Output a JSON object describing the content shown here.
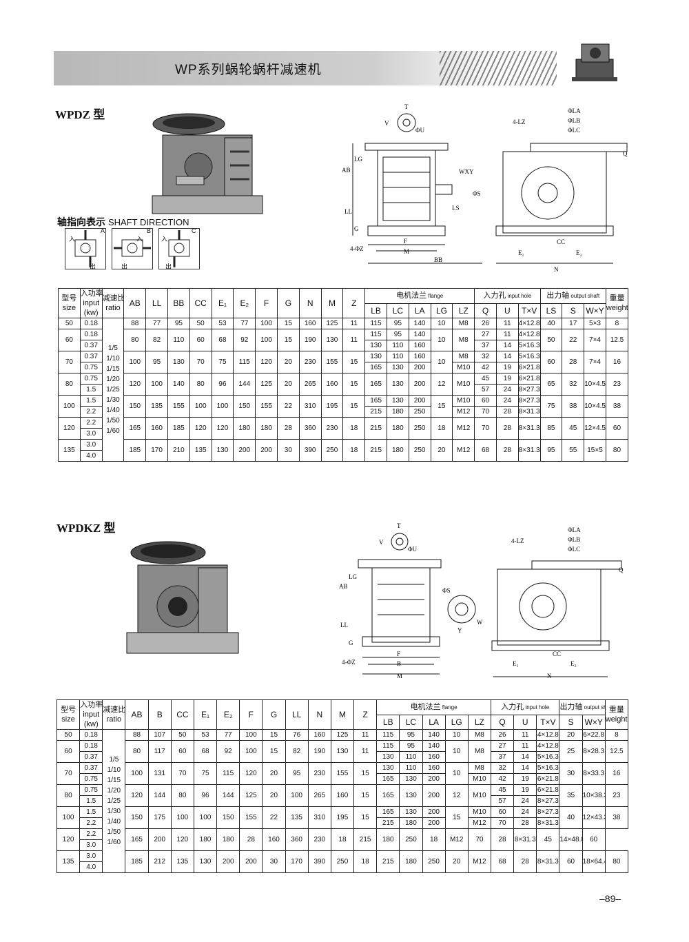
{
  "header": {
    "title": "WP系列蜗轮蜗杆减速机"
  },
  "section1": {
    "model": "WPDZ 型",
    "shaft_cn": "轴指向表示",
    "shaft_en": "SHAFT DIRECTION",
    "shaft_letters": [
      "A",
      "B",
      "C"
    ],
    "shaft_in": "入",
    "shaft_out": "出",
    "dims": {
      "T": "T",
      "V": "V",
      "U": "ΦU",
      "AB": "AB",
      "LG": "LG",
      "LL": "LL",
      "G": "G",
      "Z": "4-ΦZ",
      "F": "F",
      "M": "M",
      "BB": "BB",
      "WXY": "WXY",
      "S": "ΦS",
      "LS": "LS",
      "LZ": "4-LZ",
      "LA": "ΦLA",
      "LB": "ΦLB",
      "LC": "ΦLC",
      "Q": "Q",
      "CC": "CC",
      "E1": "E₁",
      "E2": "E₂",
      "N": "N"
    },
    "headers": {
      "size": [
        "型号",
        "size"
      ],
      "input": [
        "入功率",
        "input",
        "(kw)"
      ],
      "ratio": [
        "减速比",
        "ratio"
      ],
      "cols": [
        "AB",
        "LL",
        "BB",
        "CC",
        "E₁",
        "E₂",
        "F",
        "G",
        "N",
        "M",
        "Z"
      ],
      "flange": [
        "电机法兰",
        "flange"
      ],
      "flange_cols": [
        "LB",
        "LC",
        "LA",
        "LG",
        "LZ"
      ],
      "inhole": [
        "入力孔",
        "input hole"
      ],
      "inhole_cols": [
        "Q",
        "U",
        "T×V"
      ],
      "outshaft": [
        "出力轴",
        "output shaft"
      ],
      "outshaft_cols": [
        "LS",
        "S",
        "W×Y"
      ],
      "weight": [
        "重量",
        "weight(kg)"
      ]
    },
    "ratios": [
      "1/5",
      "1/10",
      "1/15",
      "1/20",
      "1/25",
      "1/30",
      "1/40",
      "1/50",
      "1/60"
    ],
    "groups": [
      {
        "size": "50",
        "dims": [
          "88",
          "77",
          "95",
          "50",
          "53",
          "77",
          "100",
          "15",
          "160",
          "125",
          "11"
        ],
        "lg": "10",
        "out": [
          "40",
          "17",
          "5×3"
        ],
        "weight": "8",
        "rows": [
          {
            "kw": "0.18",
            "fl": [
              "115",
              "95",
              "140"
            ],
            "lz": "M8",
            "in": [
              "26",
              "11",
              "4×12.8"
            ]
          }
        ]
      },
      {
        "size": "60",
        "dims": [
          "80",
          "82",
          "110",
          "60",
          "68",
          "92",
          "100",
          "15",
          "190",
          "130",
          "11"
        ],
        "lg": "10",
        "lzm": "M8",
        "out": [
          "50",
          "22",
          "7×4"
        ],
        "weight": "12.5",
        "rows": [
          {
            "kw": "0.18",
            "fl": [
              "115",
              "95",
              "140"
            ],
            "in": [
              "27",
              "11",
              "4×12.8"
            ]
          },
          {
            "kw": "0.37",
            "fl": [
              "130",
              "110",
              "160"
            ],
            "in": [
              "37",
              "14",
              "5×16.3"
            ]
          }
        ]
      },
      {
        "size": "70",
        "dims": [
          "100",
          "95",
          "130",
          "70",
          "75",
          "115",
          "120",
          "20",
          "230",
          "155",
          "15"
        ],
        "lg": "10",
        "out": [
          "60",
          "28",
          "7×4"
        ],
        "weight": "16",
        "rows": [
          {
            "kw": "0.37",
            "fl": [
              "130",
              "110",
              "160"
            ],
            "lz": "M8",
            "in": [
              "32",
              "14",
              "5×16.3"
            ]
          },
          {
            "kw": "0.75",
            "fl": [
              "165",
              "130",
              "200"
            ],
            "lz": "M10",
            "in": [
              "42",
              "19",
              "6×21.8"
            ]
          }
        ]
      },
      {
        "size": "80",
        "dims": [
          "120",
          "100",
          "140",
          "80",
          "96",
          "144",
          "125",
          "20",
          "265",
          "160",
          "15"
        ],
        "lg": "12",
        "lzm": "M10",
        "out": [
          "65",
          "32",
          "10×4.5"
        ],
        "weight": "23",
        "rows": [
          {
            "kw": "0.75",
            "fl": [
              "165",
              "130",
              "200"
            ],
            "in": [
              "45",
              "19",
              "6×21.8"
            ]
          },
          {
            "kw": "1.5",
            "in": [
              "57",
              "24",
              "8×27.3"
            ]
          }
        ]
      },
      {
        "size": "100",
        "dims": [
          "150",
          "135",
          "155",
          "100",
          "100",
          "150",
          "155",
          "22",
          "310",
          "195",
          "15"
        ],
        "lg": "15",
        "out": [
          "75",
          "38",
          "10×4.5"
        ],
        "weight": "38",
        "rows": [
          {
            "kw": "1.5",
            "fl": [
              "165",
              "130",
              "200"
            ],
            "lz": "M10",
            "in": [
              "60",
              "24",
              "8×27.3"
            ]
          },
          {
            "kw": "2.2",
            "fl": [
              "215",
              "180",
              "250"
            ],
            "lz": "M12",
            "in": [
              "70",
              "28",
              "8×31.3"
            ]
          }
        ]
      },
      {
        "size": "120",
        "dims": [
          "165",
          "160",
          "185",
          "120",
          "120",
          "180",
          "180",
          "28",
          "360",
          "230",
          "18"
        ],
        "lg": "18",
        "lzm": "M12",
        "out": [
          "85",
          "45",
          "12×4.5"
        ],
        "weight": "60",
        "rows": [
          {
            "kw": "2.2",
            "fl": [
              "215",
              "180",
              "250"
            ],
            "in": [
              "70",
              "28",
              "8×31.3"
            ]
          },
          {
            "kw": "3.0"
          }
        ]
      },
      {
        "size": "135",
        "dims": [
          "185",
          "170",
          "210",
          "135",
          "130",
          "200",
          "200",
          "30",
          "390",
          "250",
          "18"
        ],
        "lg": "20",
        "lzm": "M12",
        "out": [
          "95",
          "55",
          "15×5"
        ],
        "weight": "80",
        "rows": [
          {
            "kw": "3.0",
            "fl": [
              "215",
              "180",
              "250"
            ],
            "in": [
              "68",
              "28",
              "8×31.3"
            ]
          },
          {
            "kw": "4.0"
          }
        ]
      }
    ]
  },
  "section2": {
    "model": "WPDKZ 型",
    "dims": {
      "T": "T",
      "V": "V",
      "U": "ΦU",
      "AB": "AB",
      "LG": "LG",
      "LL": "LL",
      "G": "G",
      "Z": "4-ΦZ",
      "F": "F",
      "B": "B",
      "M": "M",
      "S": "ΦS",
      "W": "W",
      "Y": "Y",
      "LZ": "4-LZ",
      "LA": "ΦLA",
      "LB": "ΦLB",
      "LC": "ΦLC",
      "Q": "Q",
      "CC": "CC",
      "E1": "E₁",
      "E2": "E₂",
      "N": "N"
    },
    "headers": {
      "size": [
        "型号",
        "size"
      ],
      "input": [
        "入功率",
        "input",
        "(kw)"
      ],
      "ratio": [
        "减速比",
        "ratio"
      ],
      "cols": [
        "AB",
        "B",
        "CC",
        "E₁",
        "E₂",
        "F",
        "G",
        "LL",
        "N",
        "M",
        "Z"
      ],
      "flange": [
        "电机法兰",
        "flange"
      ],
      "flange_cols": [
        "LB",
        "LC",
        "LA",
        "LG",
        "LZ"
      ],
      "inhole": [
        "入力孔",
        "input hole"
      ],
      "inhole_cols": [
        "Q",
        "U",
        "T×V"
      ],
      "outshaft": [
        "出力轴",
        "output shaft"
      ],
      "outshaft_cols": [
        "S",
        "W×Y"
      ],
      "weight": [
        "重量",
        "weight(kg)"
      ]
    },
    "ratios": [
      "1/5",
      "1/10",
      "1/15",
      "1/20",
      "1/25",
      "1/30",
      "1/40",
      "1/50",
      "1/60"
    ],
    "groups": [
      {
        "size": "50",
        "dims": [
          "88",
          "107",
          "50",
          "53",
          "77",
          "100",
          "15",
          "76",
          "160",
          "125",
          "11"
        ],
        "lg": "10",
        "out": [
          "20",
          "6×22.8"
        ],
        "weight": "8",
        "rows": [
          {
            "kw": "0.18",
            "fl": [
              "115",
              "95",
              "140"
            ],
            "lz": "M8",
            "in": [
              "26",
              "11",
              "4×12.8"
            ]
          }
        ]
      },
      {
        "size": "60",
        "dims": [
          "80",
          "117",
          "60",
          "68",
          "92",
          "100",
          "15",
          "82",
          "190",
          "130",
          "11"
        ],
        "lg": "10",
        "lzm": "M8",
        "out": [
          "25",
          "8×28.3"
        ],
        "weight": "12.5",
        "rows": [
          {
            "kw": "0.18",
            "fl": [
              "115",
              "95",
              "140"
            ],
            "in": [
              "27",
              "11",
              "4×12.8"
            ]
          },
          {
            "kw": "0.37",
            "fl": [
              "130",
              "110",
              "160"
            ],
            "in": [
              "37",
              "14",
              "5×16.3"
            ]
          }
        ]
      },
      {
        "size": "70",
        "dims": [
          "100",
          "131",
          "70",
          "75",
          "115",
          "120",
          "20",
          "95",
          "230",
          "155",
          "15"
        ],
        "lg": "10",
        "out": [
          "30",
          "8×33.3"
        ],
        "weight": "16",
        "rows": [
          {
            "kw": "0.37",
            "fl": [
              "130",
              "110",
              "160"
            ],
            "lz": "M8",
            "in": [
              "32",
              "14",
              "5×16.3"
            ]
          },
          {
            "kw": "0.75",
            "fl": [
              "165",
              "130",
              "200"
            ],
            "lz": "M10",
            "in": [
              "42",
              "19",
              "6×21.8"
            ]
          }
        ]
      },
      {
        "size": "80",
        "dims": [
          "120",
          "144",
          "80",
          "96",
          "144",
          "125",
          "20",
          "100",
          "265",
          "160",
          "15"
        ],
        "lg": "12",
        "lzm": "M10",
        "out": [
          "35",
          "10×38.3"
        ],
        "weight": "23",
        "rows": [
          {
            "kw": "0.75",
            "fl": [
              "165",
              "130",
              "200"
            ],
            "in": [
              "45",
              "19",
              "6×21.8"
            ]
          },
          {
            "kw": "1.5",
            "in": [
              "57",
              "24",
              "8×27.3"
            ]
          }
        ]
      },
      {
        "size": "100",
        "dims": [
          "150",
          "175",
          "100",
          "100",
          "150",
          "155",
          "22",
          "135",
          "310",
          "195",
          "15"
        ],
        "lg": "15",
        "out": [
          "40",
          "12×43.3"
        ],
        "weight": "38",
        "rows": [
          {
            "kw": "1.5",
            "fl": [
              "165",
              "130",
              "200"
            ],
            "lz": "M10",
            "in": [
              "60",
              "24",
              "8×27.3"
            ]
          },
          {
            "kw": "2.2",
            "fl": [
              "215",
              "180",
              "200"
            ],
            "lz": "M12",
            "in": [
              "70",
              "28",
              "8×31.3"
            ]
          }
        ]
      },
      {
        "size": "120",
        "dims": [
          "165",
          "200",
          "120",
          "180",
          "180",
          "28",
          "160",
          "360",
          "230",
          "18"
        ],
        "dimsnote": "",
        "lg": "18",
        "lzm": "M12",
        "out": [
          "45",
          "14×48.8"
        ],
        "weight": "60",
        "rows": [
          {
            "kw": "2.2",
            "fl": [
              "215",
              "180",
              "250"
            ],
            "in": [
              "70",
              "28",
              "8×31.3"
            ]
          },
          {
            "kw": "3.0"
          }
        ]
      },
      {
        "size": "135",
        "dims": [
          "185",
          "212",
          "135",
          "130",
          "200",
          "200",
          "30",
          "170",
          "390",
          "250",
          "18"
        ],
        "lg": "20",
        "lzm": "M12",
        "out": [
          "60",
          "18×64.4"
        ],
        "weight": "80",
        "rows": [
          {
            "kw": "3.0",
            "fl": [
              "215",
              "180",
              "250"
            ],
            "in": [
              "68",
              "28",
              "8×31.3"
            ]
          },
          {
            "kw": "4.0"
          }
        ]
      }
    ]
  },
  "footer": {
    "page": "–89–"
  }
}
